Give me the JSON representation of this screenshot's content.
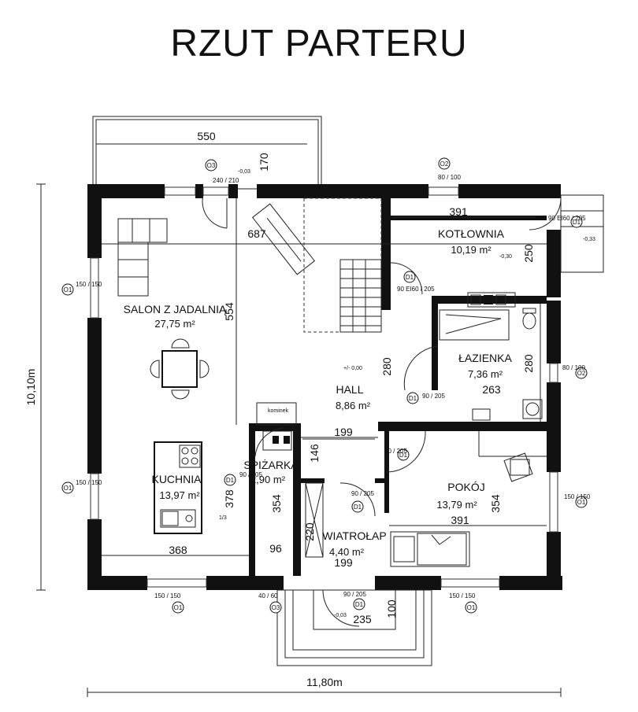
{
  "title": "RZUT PARTERU",
  "rooms": [
    {
      "name": "SALON Z JADALNIĄ",
      "area": "27,75 m²"
    },
    {
      "name": "KOTŁOWNIA",
      "area": "10,19 m²"
    },
    {
      "name": "ŁAZIENKA",
      "area": "7,36 m²"
    },
    {
      "name": "HALL",
      "area": "8,86 m²"
    },
    {
      "name": "SPIŻARKA",
      "area": "2,90 m²"
    },
    {
      "name": "KUCHNIA",
      "area": "13,97 m²"
    },
    {
      "name": "POKÓJ",
      "area": "13,79 m²"
    },
    {
      "name": "WIATROŁAP",
      "area": "4,40 m²"
    }
  ],
  "dimensions": {
    "terrace_width": "550",
    "terrace_depth": "170",
    "salon_width": "687",
    "salon_depth": "554",
    "kotlownia_width": "391",
    "kotlownia_depth": "250",
    "lazienka_width": "263",
    "lazienka_depth": "280",
    "hall_depth": "280",
    "hall_width": "199",
    "spizarka_depth": "146",
    "kuchnia_depth": "378",
    "kuchnia_width": "368",
    "pokoj_depth": "354",
    "pokoj_width": "391",
    "spizarka_depth2": "354",
    "wiatrolap_depth": "220",
    "wiatrolap_width": "199",
    "spizarka_width": "96",
    "entry_width": "235",
    "entry_depth": "100",
    "total_width": "11,80m",
    "total_depth": "10,10m"
  },
  "levels": {
    "terrace": "-0,03",
    "hall": "+/- 0,00",
    "kotlownia": "-0,30",
    "side_entry": "-0,33",
    "entry": "-0,03"
  },
  "tags": {
    "o1": "O1",
    "o2": "O2",
    "o3": "O3",
    "d1": "D1"
  },
  "tag_dims": {
    "o3_top": "240 / 210",
    "o2_top": "80 / 100",
    "o1_salon": "150 / 150",
    "o1_kuchnia": "150 / 150",
    "d1_side": "90 EI60 / 205",
    "d1_kotl": "90 EI60 / 205",
    "d1_lazienka": "90 / 205",
    "o2_lazienka": "80 / 100",
    "d1_pokoj": "90 / 205",
    "o1_pokoj": "150 / 150",
    "d1_spiz": "90 / 205",
    "d1_wiatr": "90 / 205",
    "o1_bottom_left": "150 / 150",
    "o3_bottom": "40 / 60",
    "d1_entry": "90 / 205",
    "o1_bottom_right": "150 / 150"
  },
  "annotations": {
    "kominek": "kominek",
    "flue": "1/3"
  }
}
